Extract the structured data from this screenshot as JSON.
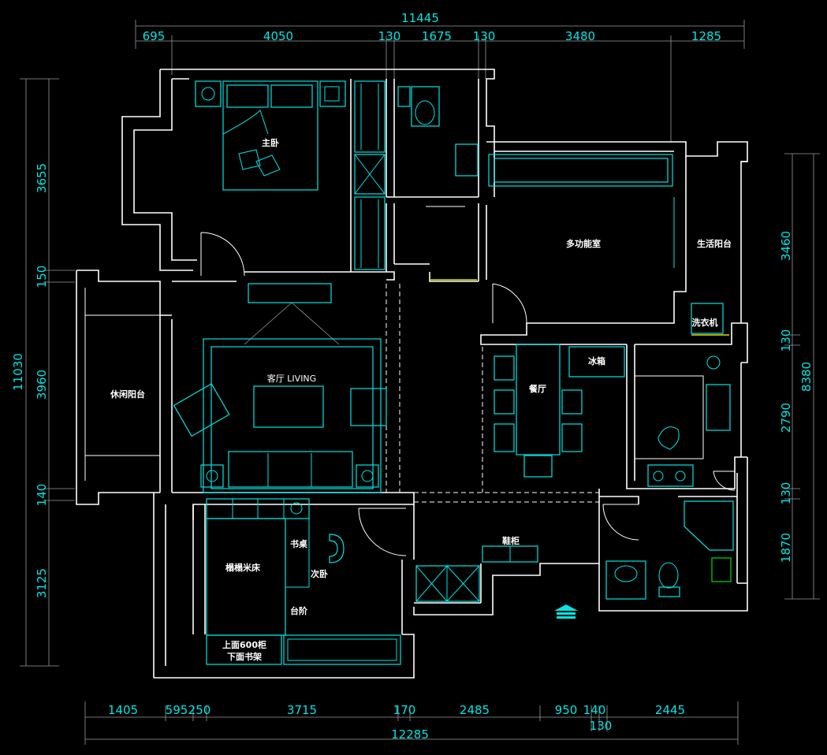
{
  "dimensions": {
    "top_total": "11445",
    "top_segments": [
      "695",
      "4050",
      "130",
      "1675",
      "130",
      "3480",
      "1285"
    ],
    "bottom_total": "12285",
    "bottom_segments": [
      "1405",
      "595",
      "250",
      "3715",
      "170",
      "2485",
      "950",
      "140",
      "2445"
    ],
    "bottom_extra": "130",
    "left_total": "11030",
    "left_segments": [
      "3655",
      "150",
      "3960",
      "140",
      "3125"
    ],
    "right_total": "8380",
    "right_segments": [
      "3460",
      "130",
      "2790",
      "130",
      "1870"
    ]
  },
  "rooms": {
    "master_bedroom": "主卧",
    "multi_function_room": "多功能室",
    "living_balcony": "生活阳台",
    "leisure_balcony": "休闲阳台",
    "living_room": "客厅 LIVING",
    "dining_room": "餐厅",
    "fridge": "冰箱",
    "washing_machine": "洗衣机",
    "shoe_cabinet": "鞋柜",
    "tatami_bed": "榻榻米床",
    "desk": "书桌",
    "second_bedroom": "次卧",
    "step": "台阶",
    "cabinet_note_line1": "上面600柜",
    "cabinet_note_line2": "下面书架"
  },
  "colors": {
    "background": "#000000",
    "walls": "#ffffff",
    "furniture": "#00e5e5",
    "accent": "#e0e000"
  }
}
